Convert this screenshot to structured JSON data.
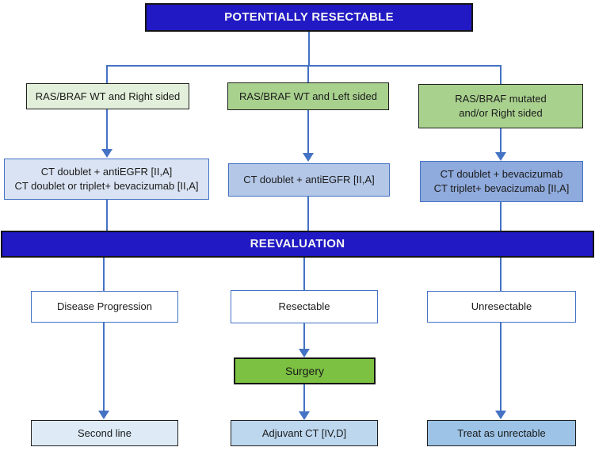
{
  "header": {
    "title": "POTENTIALLY RESECTABLE"
  },
  "reevaluation": {
    "label": "REEVALUATION"
  },
  "columns": {
    "left": {
      "condition": "RAS/BRAF WT and Right sided",
      "treatment_lines": [
        "CT doublet + antiEGFR [II,A]",
        "CT doublet or triplet+ bevacizumab [II,A]"
      ],
      "outcome": "Disease Progression",
      "final": "Second line"
    },
    "middle": {
      "condition": "RAS/BRAF WT and Left sided",
      "treatment_lines": [
        "CT doublet + antiEGFR [II,A]"
      ],
      "outcome": "Resectable",
      "surgery": "Surgery",
      "final": "Adjuvant CT [IV,D]"
    },
    "right": {
      "condition_lines": [
        "RAS/BRAF mutated",
        "and/or Right sided"
      ],
      "treatment_lines": [
        "CT doublet + bevacizumab",
        "CT triplet+ bevacizumab [II,A]"
      ],
      "outcome": "Unresectable",
      "final": "Treat as unrectable"
    }
  },
  "palette": {
    "header_blue": "#2119C3",
    "connector_blue": "#4472C4",
    "pale_green": "#E2EFDA",
    "medium_green": "#A9D18E",
    "surgery_green": "#7CC142",
    "pale_blue": "#DAE3F3",
    "light_blue": "#B4C7E7",
    "medium_blue": "#8FAADC",
    "final_pale_blue": "#DEEBF7",
    "final_light_blue": "#BDD7EE",
    "final_medium_blue": "#9DC3E6"
  }
}
